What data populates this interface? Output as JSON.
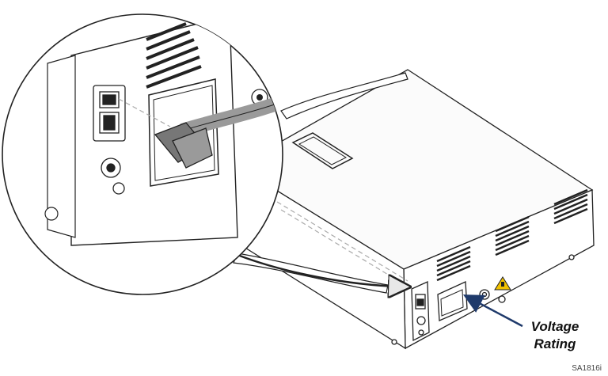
{
  "callout": {
    "label_line1": "Voltage",
    "label_line2": "Rating",
    "arrow_color": "#1f3a6b"
  },
  "figure_code": "SA1816i",
  "colors": {
    "outline": "#222222",
    "cable": "#9a9a9a",
    "plug": "#777777"
  },
  "icons": [
    "power-inlet-icon",
    "power-switch-icon",
    "warning-triangle-icon",
    "ground-screw-icon"
  ]
}
